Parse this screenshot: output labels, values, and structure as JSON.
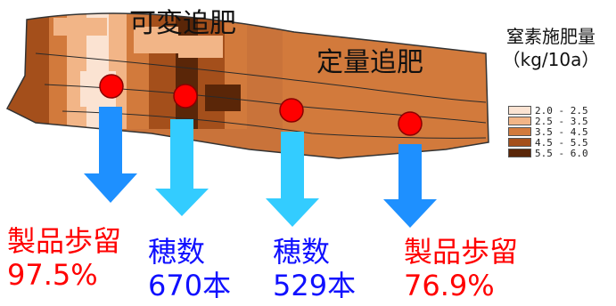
{
  "titles": {
    "variable": "可変追肥",
    "fixed": "定量追肥"
  },
  "legend": {
    "title_line1": "窒素施肥量",
    "title_line2": "（kg/10a）",
    "entries": [
      {
        "range": "2.0 - 2.5",
        "color": "#fbe3d2"
      },
      {
        "range": "2.5 - 3.5",
        "color": "#f2b587"
      },
      {
        "range": "3.5 - 4.5",
        "color": "#d27a3c"
      },
      {
        "range": "4.5 - 5.5",
        "color": "#a44f1b"
      },
      {
        "range": "5.5 - 6.0",
        "color": "#5a2608"
      }
    ]
  },
  "colors": {
    "point": "#ff0000",
    "arrow_dark": "#1e90ff",
    "arrow_light": "#33ccff",
    "yield_text": "#ff0000",
    "count_text": "#1010ff"
  },
  "annotations": [
    {
      "label": "製品歩留",
      "value": "97.5%"
    },
    {
      "label": "穂数",
      "value": "670本"
    },
    {
      "label": "穂数",
      "value": "529本"
    },
    {
      "label": "製品歩留",
      "value": "76.9%"
    }
  ]
}
